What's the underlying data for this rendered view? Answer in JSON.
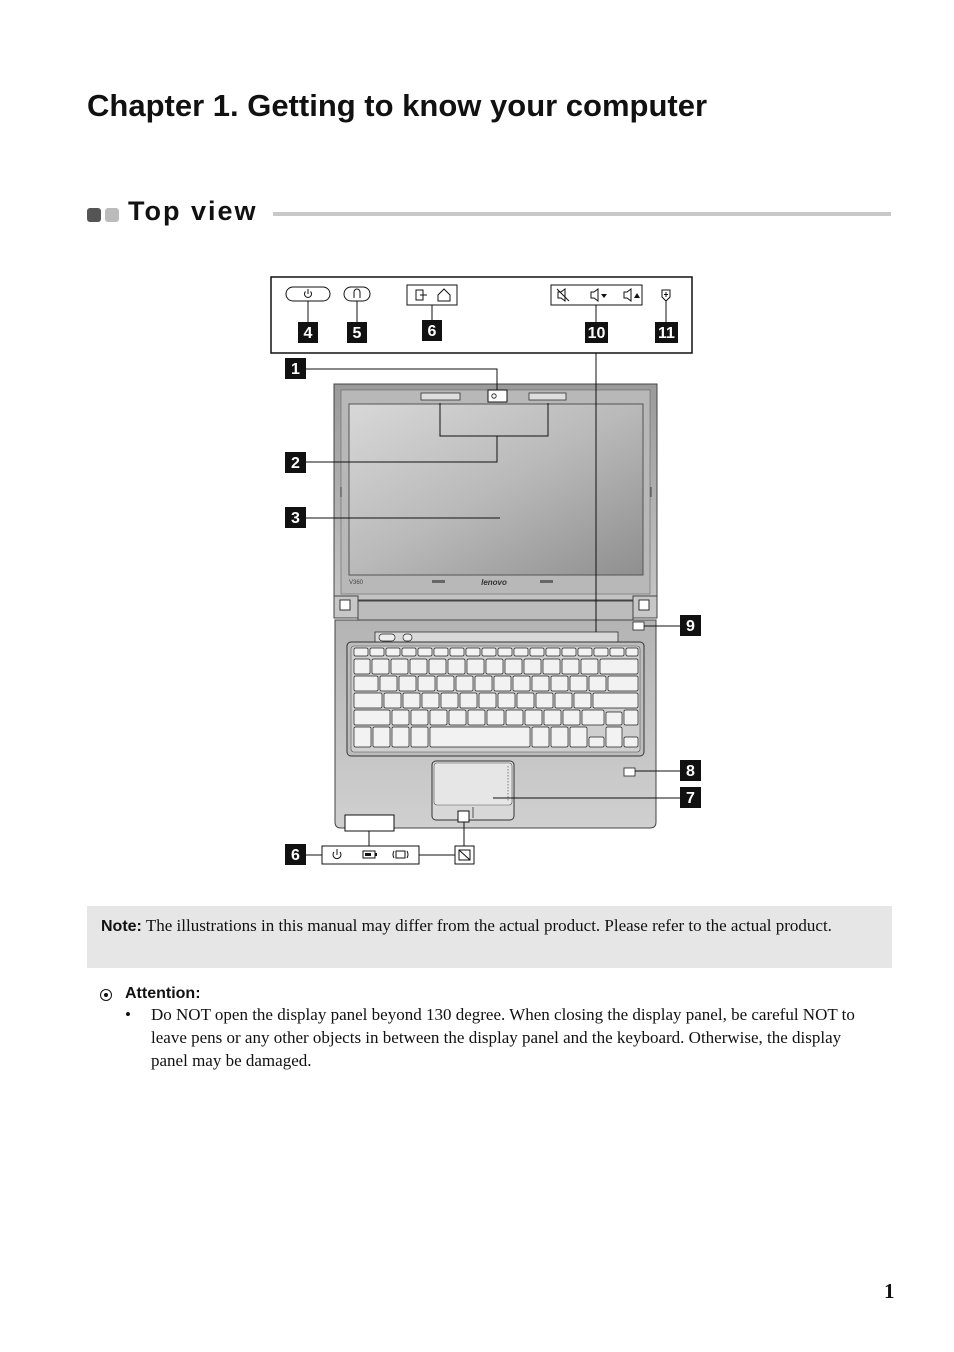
{
  "chapter_title": "Chapter 1. Getting to know your computer",
  "section_title": "Top view",
  "figure": {
    "callouts": [
      "1",
      "2",
      "3",
      "4",
      "5",
      "6",
      "6",
      "7",
      "8",
      "9",
      "10",
      "11"
    ],
    "laptop_model": "V360",
    "laptop_brand": "lenovo",
    "icons": {
      "top_panel": [
        "power-button-icon",
        "onekey-rescue-icon",
        "input-output-icon",
        "home-icon",
        "mute-icon",
        "volume-down-icon",
        "volume-up-icon",
        "wireless-switch-icon"
      ],
      "bottom_panel": [
        "power-status-icon",
        "battery-status-icon",
        "wireless-status-icon",
        "touchpad-toggle-icon"
      ]
    }
  },
  "note": {
    "label": "Note:",
    "text": "The illustrations in this manual may differ from the actual product. Please refer to the actual product."
  },
  "attention": {
    "label": "Attention:",
    "bullet": "•",
    "items": [
      "Do NOT open the display panel beyond 130 degree. When closing the display panel, be careful NOT to leave pens or any other objects in between the display panel and the keyboard. Otherwise, the display panel may be damaged."
    ]
  },
  "page_number": "1"
}
